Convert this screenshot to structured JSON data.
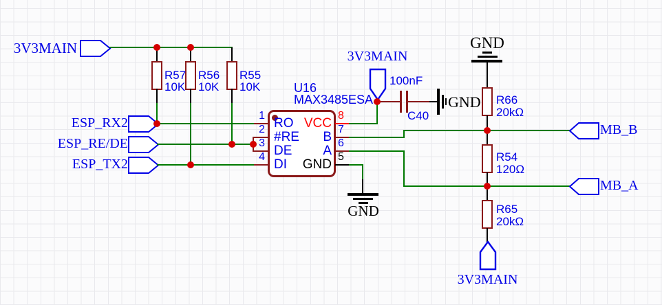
{
  "nets": {
    "p3v3_top": "3V3MAIN",
    "p3v3_ic": "3V3MAIN",
    "p3v3_bottom": "3V3MAIN",
    "gnd_top": "GND",
    "gnd_cap": "GND",
    "gnd_ic": "GND",
    "esp_rx2": "ESP_RX2",
    "esp_rede": "ESP_RE/DE",
    "esp_tx2": "ESP_TX2",
    "mb_b": "MB_B",
    "mb_a": "MB_A"
  },
  "resistors": {
    "r57": {
      "ref": "R57",
      "value": "10K"
    },
    "r56": {
      "ref": "R56",
      "value": "10K"
    },
    "r55": {
      "ref": "R55",
      "value": "10K"
    },
    "r66": {
      "ref": "R66",
      "value": "20kΩ"
    },
    "r54": {
      "ref": "R54",
      "value": "120Ω"
    },
    "r65": {
      "ref": "R65",
      "value": "20kΩ"
    }
  },
  "capacitor": {
    "ref": "C40",
    "value": "100nF"
  },
  "ic": {
    "designator": "U16",
    "part": "MAX3485ESA",
    "pins_left": [
      {
        "num": "1",
        "name": "RO"
      },
      {
        "num": "2",
        "name": "#RE"
      },
      {
        "num": "3",
        "name": "DE"
      },
      {
        "num": "4",
        "name": "DI"
      }
    ],
    "pins_right": [
      {
        "num": "8",
        "name": "VCC"
      },
      {
        "num": "7",
        "name": "B"
      },
      {
        "num": "6",
        "name": "A"
      },
      {
        "num": "5",
        "name": "GND"
      }
    ]
  },
  "colors": {
    "wire_green": "#007A00",
    "component_dark_red": "#8B1A1A",
    "junction_red": "#D40000",
    "vcc_red": "#FF0000",
    "net_blue": "#0000E6",
    "black": "#000000",
    "grid": "#E9E9ED"
  }
}
